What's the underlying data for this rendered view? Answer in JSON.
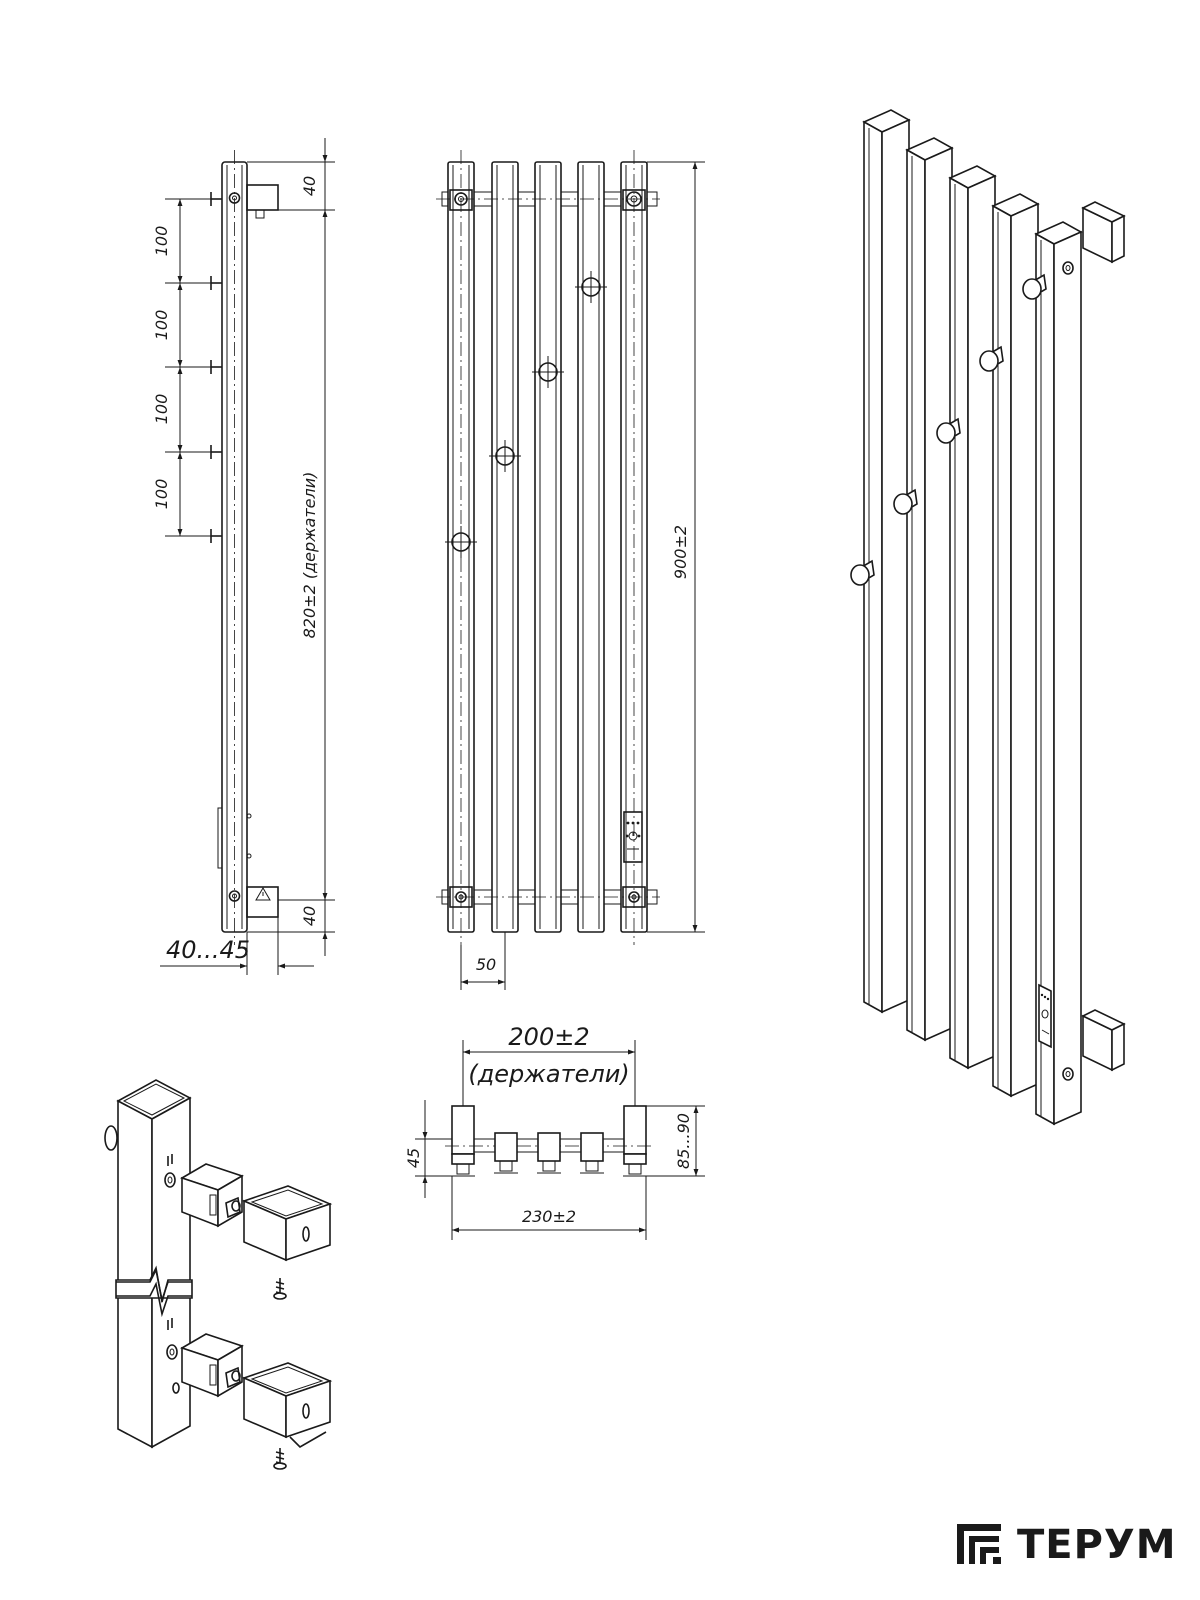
{
  "dimensions": {
    "top_40": "40",
    "bottom_40": "40",
    "spacing": [
      "100",
      "100",
      "100",
      "100"
    ],
    "holders_height": "820±2 (держатели)",
    "wall_gap": "40...45",
    "total_height": "900±2",
    "pitch": "50",
    "holders_width": "200±2",
    "holders_width_note": "(держатели)",
    "depth_45": "45",
    "depth_range": "85...90",
    "total_width": "230±2"
  },
  "brand": {
    "name": "ТЕРУМ"
  }
}
